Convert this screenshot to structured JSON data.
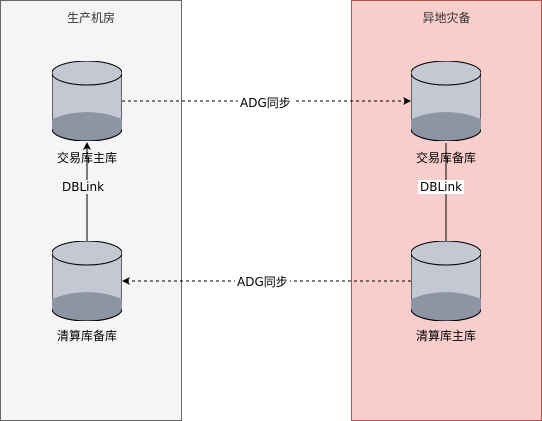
{
  "zones": {
    "production": {
      "title": "生产机房"
    },
    "disaster_recovery": {
      "title": "异地灾备"
    }
  },
  "databases": {
    "trade_primary": {
      "label": "交易库主库"
    },
    "clearing_standby": {
      "label": "清算库备库"
    },
    "trade_standby": {
      "label": "交易库备库"
    },
    "clearing_primary": {
      "label": "清算库主库"
    }
  },
  "links": {
    "dblink_left": {
      "label": "DBLink"
    },
    "dblink_right": {
      "label": "DBLink"
    },
    "adg_top": {
      "label": "ADG同步"
    },
    "adg_bottom": {
      "label": "ADG同步"
    }
  },
  "colors": {
    "production_fill": "#f5f5f5",
    "production_stroke": "#666666",
    "dr_fill": "#f8cecc",
    "dr_stroke": "#b85450",
    "cylinder_fill": "#c3c8d2",
    "cylinder_dark": "#8d94a3"
  }
}
